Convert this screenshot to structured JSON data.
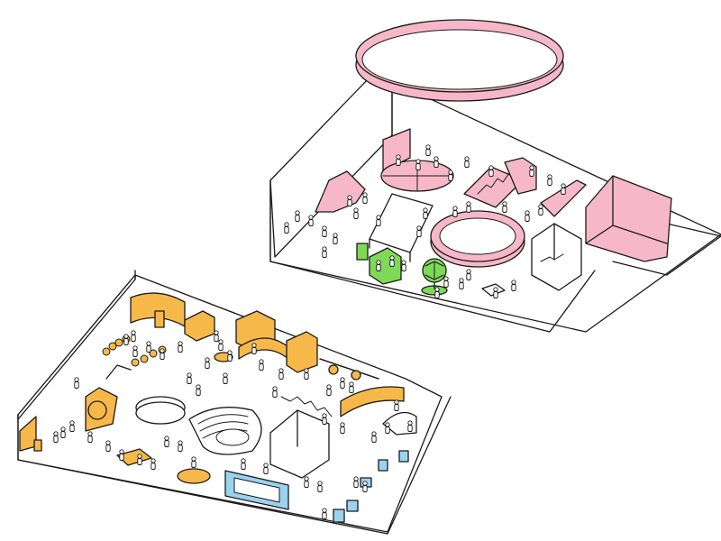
{
  "colors": {
    "line": "#1a1a1a",
    "floor": "#ffffff",
    "upper_accent": "#f6b8c8",
    "lower_accent": "#f7b84a",
    "green_accent": "#7ed957",
    "blue_accent": "#9ad3f0",
    "person": "#ffffff"
  },
  "levels": [
    {
      "name": "upper-floor",
      "accent": "pink"
    },
    {
      "name": "lower-floor",
      "accent": "orange"
    }
  ]
}
